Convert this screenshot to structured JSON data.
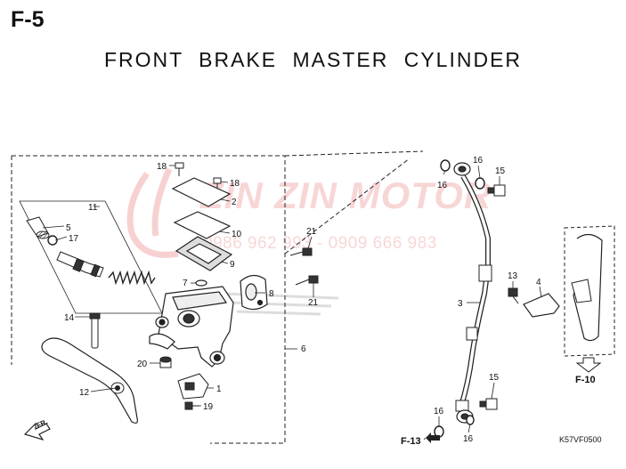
{
  "header": {
    "section_code": "F-5",
    "title": "FRONT BRAKE MASTER CYLINDER"
  },
  "watermark": {
    "brand": "ZIN ZIN MOTOR",
    "phones": "0986 962 993 - 0909 666 983",
    "color": "#e64646"
  },
  "references": {
    "front_marker": "FR.",
    "ref_f10": "F-10",
    "ref_f13": "F-13"
  },
  "drawing_code": "K57VF0500",
  "callouts": {
    "c1": "1",
    "c2": "2",
    "c3": "3",
    "c4": "4",
    "c5": "5",
    "c6": "6",
    "c7": "7",
    "c8": "8",
    "c9": "9",
    "c10": "10",
    "c11": "11",
    "c12": "12",
    "c13": "13",
    "c14": "14",
    "c15a": "15",
    "c15b": "15",
    "c16a": "16",
    "c16b": "16",
    "c16c": "16",
    "c16d": "16",
    "c17": "17",
    "c18a": "18",
    "c18b": "18",
    "c19": "19",
    "c20": "20",
    "c21a": "21",
    "c21b": "21"
  }
}
